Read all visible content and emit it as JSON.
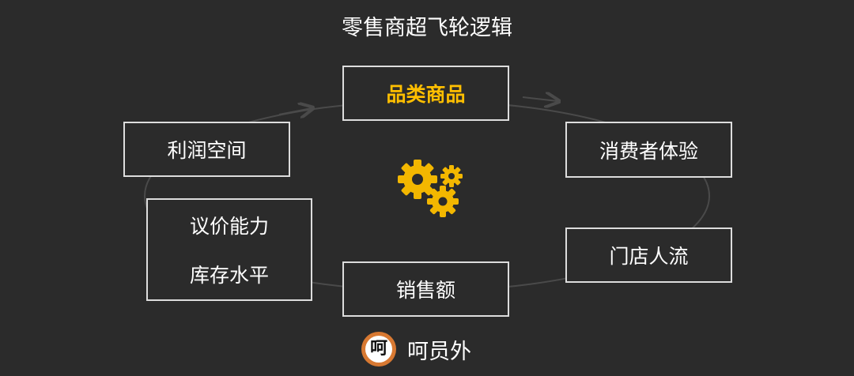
{
  "title": "零售商超飞轮逻辑",
  "nodes": {
    "product_category": "品类商品",
    "consumer_experience": "消费者体验",
    "store_traffic": "门店人流",
    "sales": "销售额",
    "bargaining_power": "议价能力",
    "inventory_level": "库存水平",
    "profit_margin": "利润空间"
  },
  "icons": {
    "center": "gears-icon",
    "watermark": "brand-logo-icon"
  },
  "watermark": {
    "logo_text": "呵",
    "name": "呵员外"
  },
  "colors": {
    "background": "#2b2b2b",
    "text": "#ffffff",
    "highlight": "#ffbf00",
    "box_border": "#dddddd",
    "ring": "#4a4a4a",
    "logo": "#d87932"
  }
}
